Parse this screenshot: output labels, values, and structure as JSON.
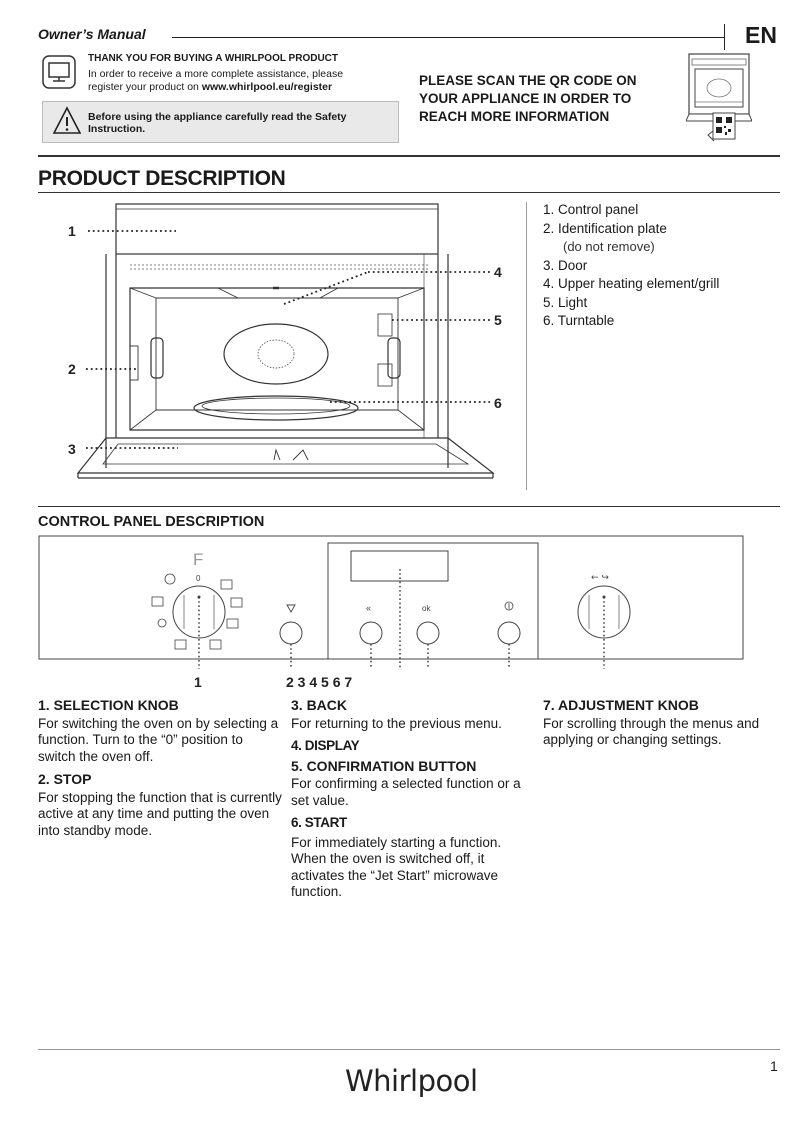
{
  "header": {
    "title": "Owner’s Manual",
    "lang": "EN"
  },
  "thanks": {
    "title": "THANK YOU FOR BUYING A WHIRLPOOL PRODUCT",
    "body_1": "In order to receive a more complete assistance, please",
    "body_2": "register your product on ",
    "url": "www.whirlpool.eu/register"
  },
  "warning": {
    "text": "Before using the appliance carefully read the Safety Instruction."
  },
  "scan": {
    "text": "PLEASE SCAN THE QR CODE ON YOUR APPLIANCE IN ORDER TO REACH MORE INFORMATION"
  },
  "product": {
    "title": "PRODUCT DESCRIPTION",
    "callouts": [
      "1",
      "2",
      "3",
      "4",
      "5",
      "6"
    ],
    "parts": [
      "1. Control panel",
      "2. Identification plate",
      "3. Door",
      "4. Upper heating element/grill",
      "5. Light",
      "6. Turntable"
    ],
    "parts_note": "(do not remove)"
  },
  "control_panel": {
    "title": "CONTROL PANEL DESCRIPTION",
    "knob_letter": "F",
    "zero_label": "0",
    "ok_label": "ok",
    "callout_1": "1",
    "callout_2_7": "2 3 4 5 6 7"
  },
  "descriptions": {
    "selection_knob": {
      "title": "1. SELECTION KNOB",
      "text": "For switching the oven on by selecting a function. Turn to the “0” position to switch the oven off."
    },
    "stop": {
      "title": "2. STOP",
      "text": "For stopping the function that is currently active at any time and putting the oven into standby mode."
    },
    "back": {
      "title": "3. BACK",
      "text": "For returning to the previous menu."
    },
    "display": {
      "title": "4. DISPLAY"
    },
    "confirm": {
      "title": "5. CONFIRMATION BUTTON",
      "text": "For confirming a selected function or a set value."
    },
    "start": {
      "title": "6. START",
      "text": "For immediately starting a function. When the oven is switched off, it activates the “Jet Start” microwave function."
    },
    "adjust": {
      "title": "7. ADJUSTMENT KNOB",
      "text": "For scrolling through the menus and applying or changing settings."
    }
  },
  "footer": {
    "page": "1",
    "brand": "Whirlpool"
  }
}
